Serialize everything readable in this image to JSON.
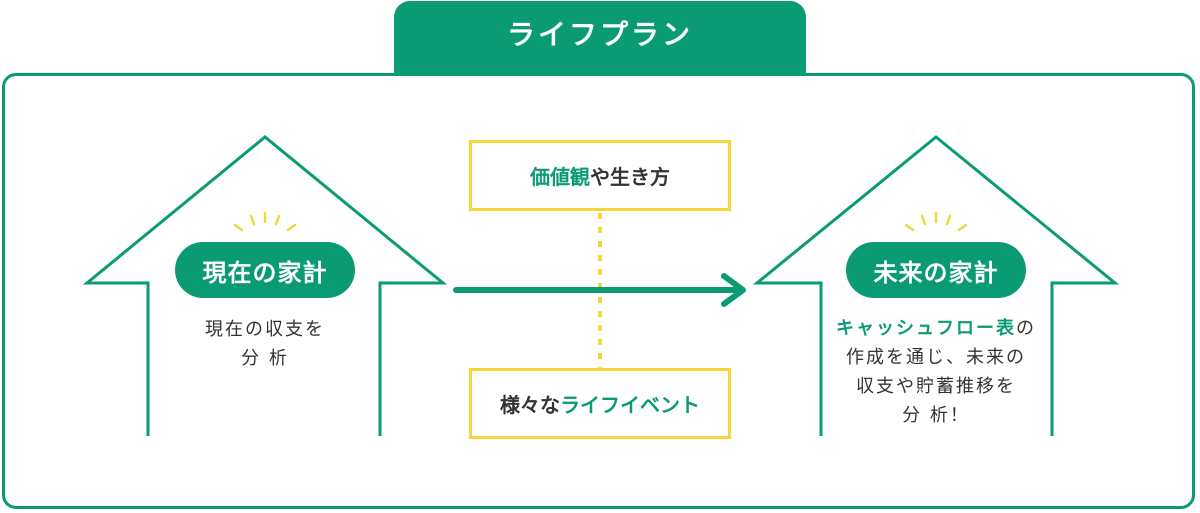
{
  "title": "ライフプラン",
  "left_house": {
    "label": "現在の家計",
    "desc_lines": [
      "現在の収支を",
      "分 析"
    ]
  },
  "right_house": {
    "label": "未来の家計",
    "desc_highlight": "キャッシュフロー表",
    "desc_line1_rest": "の",
    "desc_lines": [
      "作成を通じ、未来の",
      "収支や貯蓄推移を",
      "分 析！"
    ]
  },
  "top_box": {
    "highlight": "価値観",
    "rest": "や生き方"
  },
  "bottom_box": {
    "prefix": "様々な",
    "highlight": "ライフイベント"
  },
  "colors": {
    "green": "#0a9a74",
    "yellow": "#f2d63b",
    "text": "#333333"
  },
  "icons": [
    "sparkle-icon",
    "arrow-right-icon",
    "house-outline-icon"
  ]
}
